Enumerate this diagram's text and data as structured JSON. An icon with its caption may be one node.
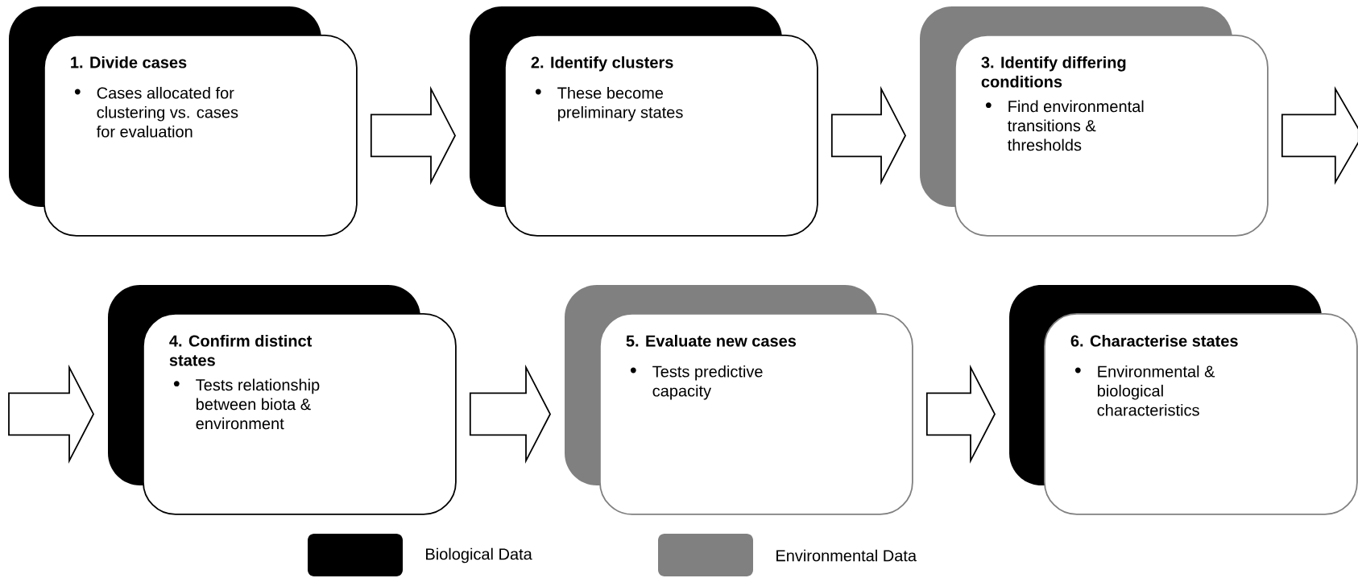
{
  "diagram": {
    "nodes": [
      {
        "text": [
          "1. Divide cases",
          "Cases allocated for clustering vs. cases for evaluation"
        ]
      },
      {
        "text": [
          "2. Identify clusters",
          "These become preliminary states"
        ]
      },
      {
        "text": [
          "3. Identify differing conditions",
          "Find environmental transitions & thresholds"
        ]
      },
      {
        "text": [
          "4. Confirm distinct states",
          "Tests relationship between biota & environment"
        ]
      },
      {
        "text": [
          "5. Evaluate new cases",
          "Tests predictive capacity"
        ]
      },
      {
        "text": [
          "6. Characterise states",
          "Environmental & biological characteristics"
        ]
      }
    ],
    "edges": [
      {
        "from": 0,
        "to": 1,
        "arrow": "to"
      },
      {
        "from": 1,
        "to": 2,
        "arrow": "to"
      },
      {
        "from": 2,
        "to": null,
        "arrow": "to"
      },
      {
        "from": null,
        "to": 3,
        "arrow": "to"
      },
      {
        "from": 3,
        "to": 4,
        "arrow": "to"
      },
      {
        "from": 4,
        "to": 5,
        "arrow": "to"
      }
    ],
    "legend": [
      {
        "text": "Biological Data",
        "color": "#000000"
      },
      {
        "text": "Environmental Data",
        "color": "#808080"
      }
    ]
  }
}
